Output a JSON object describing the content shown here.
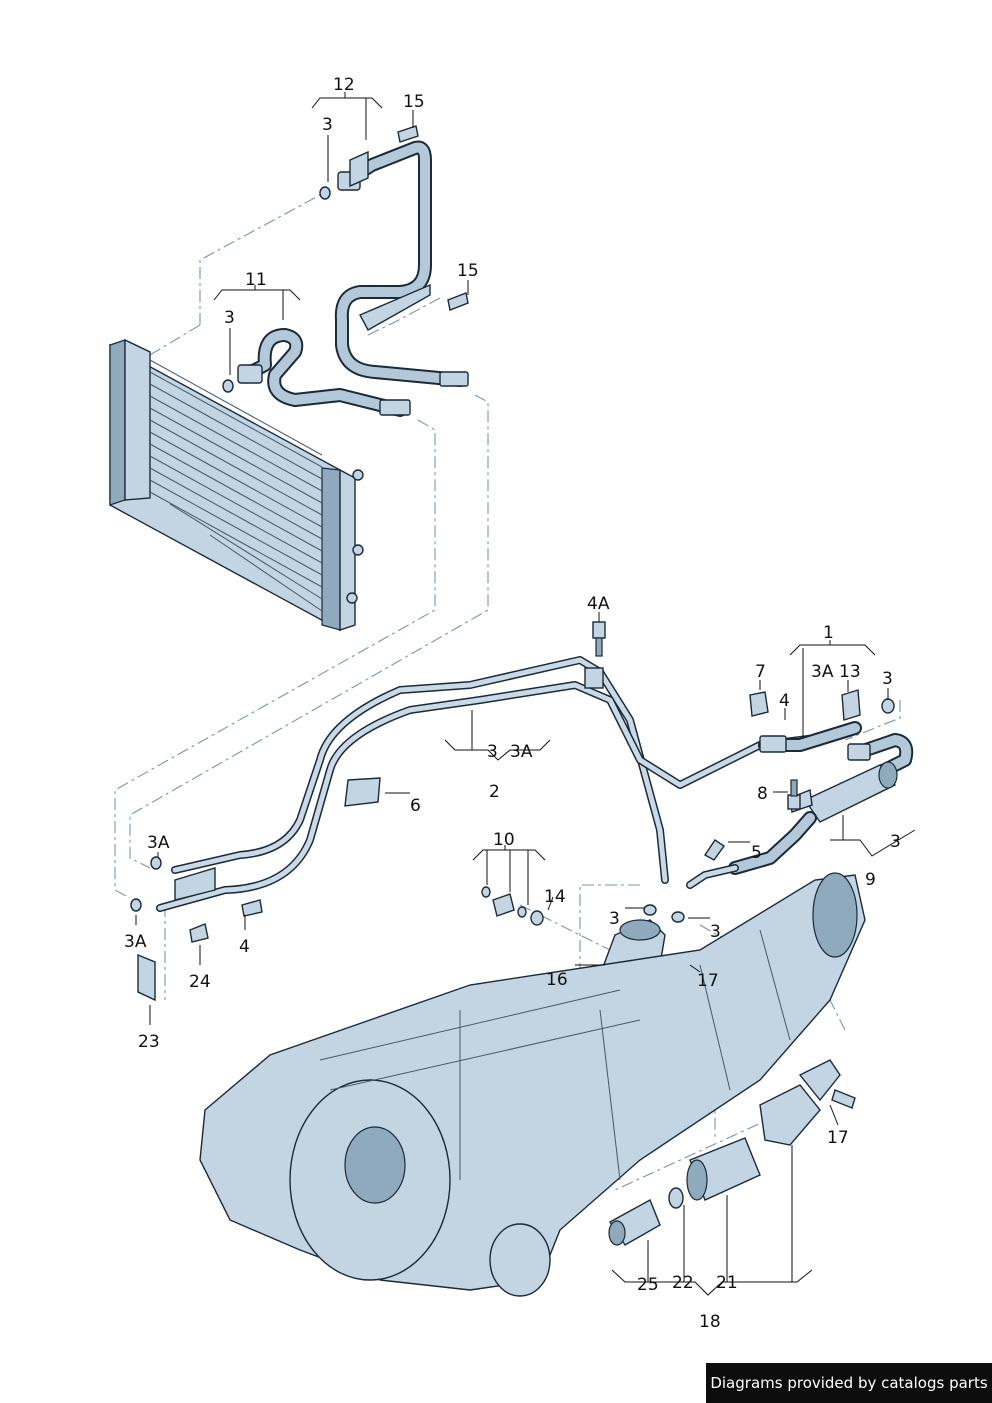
{
  "footer": {
    "credit": "Diagrams provided by catalogs parts"
  },
  "callouts": {
    "c1": "1",
    "c2": "2",
    "c3_pipe": "3",
    "c3A_pipe": "3A",
    "c3A_top": "3A",
    "c13": "13",
    "c3_right": "3",
    "c7": "7",
    "c4_right": "4",
    "c8": "8",
    "c3_cooler": "3",
    "c9": "9",
    "c5": "5",
    "c4A": "4A",
    "c6": "6",
    "c12": "12",
    "c15_top": "15",
    "c3_12": "3",
    "c11": "11",
    "c3_11": "3",
    "c15_mid": "15",
    "c3A_left": "3A",
    "c3A_lower": "3A",
    "c4_left": "4",
    "c24": "24",
    "c23": "23",
    "c10": "10",
    "c14": "14",
    "c3_mid_a": "3",
    "c3_mid_b": "3",
    "c16": "16",
    "c17_mid": "17",
    "c17_right": "17",
    "c25": "25",
    "c22": "22",
    "c21": "21",
    "c18": "18"
  }
}
